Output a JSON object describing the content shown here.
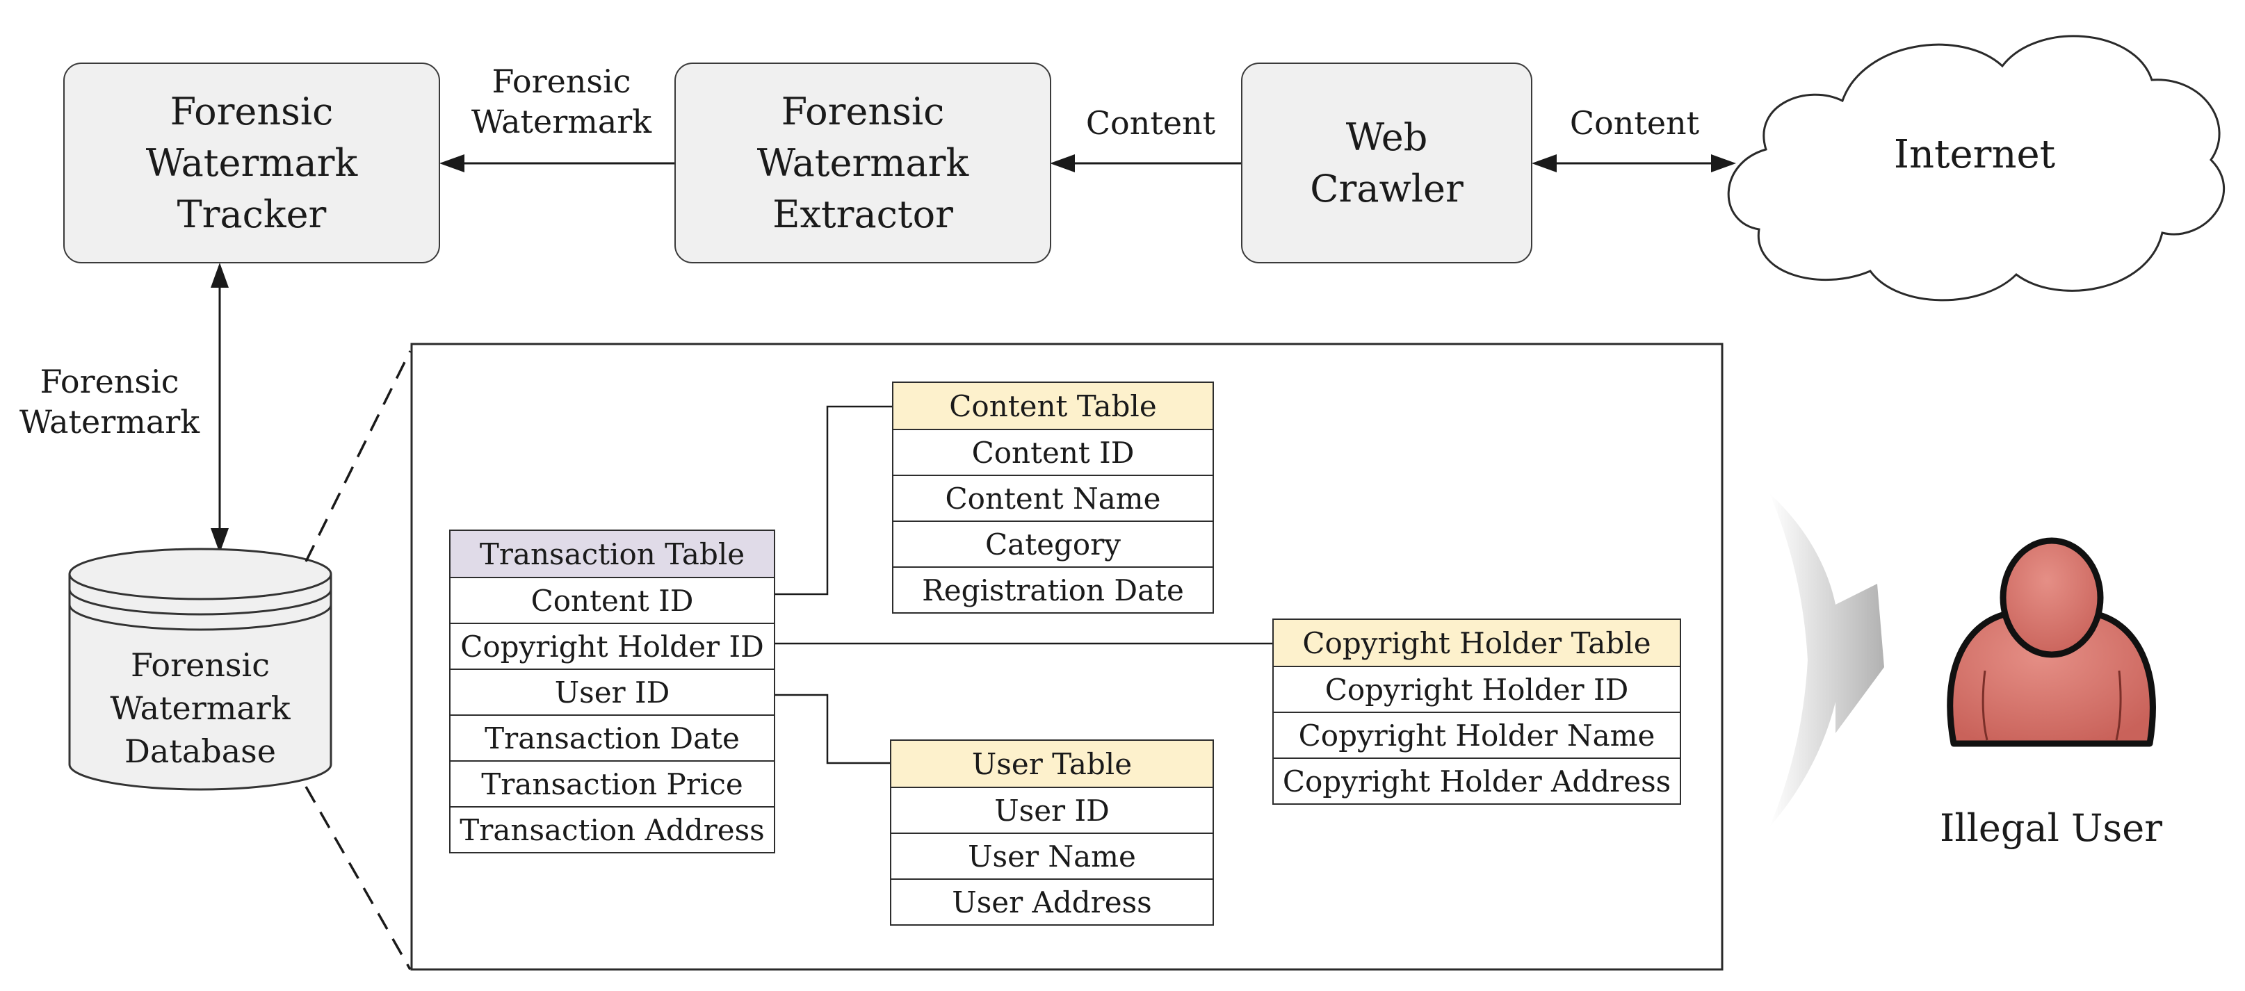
{
  "nodes": {
    "tracker": "Forensic\nWatermark\nTracker",
    "extractor": "Forensic\nWatermark\nExtractor",
    "crawler": "Web\nCrawler",
    "internet": "Internet",
    "database": "Forensic\nWatermark\nDatabase",
    "illegal_user": "Illegal User"
  },
  "edges": {
    "extractor_to_tracker": "Forensic\nWatermark",
    "crawler_to_extractor": "Content",
    "internet_crawler": "Content",
    "tracker_database": "Forensic\nWatermark"
  },
  "tables": {
    "transaction": {
      "title": "Transaction Table",
      "fields": [
        "Content ID",
        "Copyright Holder ID",
        "User ID",
        "Transaction Date",
        "Transaction Price",
        "Transaction Address"
      ]
    },
    "content": {
      "title": "Content Table",
      "fields": [
        "Content ID",
        "Content Name",
        "Category",
        "Registration Date"
      ]
    },
    "user": {
      "title": "User Table",
      "fields": [
        "User ID",
        "User Name",
        "User Address"
      ]
    },
    "copyright_holder": {
      "title": "Copyright Holder Table",
      "fields": [
        "Copyright Holder ID",
        "Copyright Holder Name",
        "Copyright Holder Address"
      ]
    }
  },
  "colors": {
    "box_fill": "#f0f0f0",
    "transaction_header": "#e0dbe8",
    "table_header": "#fdf1cc",
    "person_fill": "#d9776f"
  }
}
